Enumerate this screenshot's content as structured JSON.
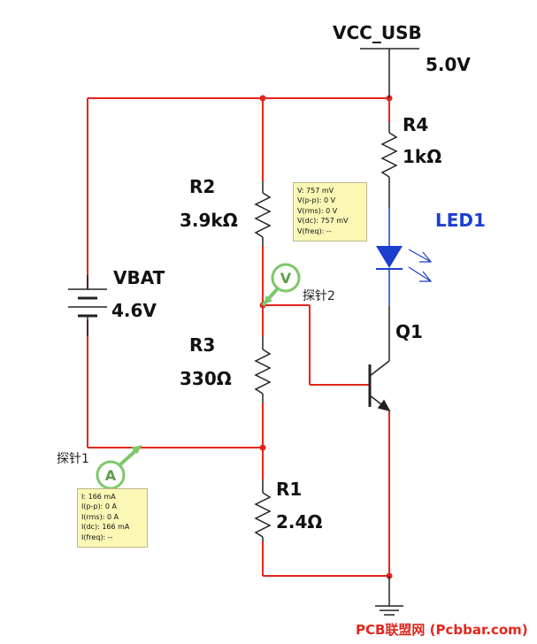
{
  "supply": {
    "name": "VCC_USB",
    "value": "5.0V"
  },
  "components": {
    "r4": {
      "name": "R4",
      "value": "1kΩ"
    },
    "led1": {
      "name": "LED1"
    },
    "r2": {
      "name": "R2",
      "value": "3.9kΩ"
    },
    "vbat": {
      "name": "VBAT",
      "value": "4.6V"
    },
    "r3": {
      "name": "R3",
      "value": "330Ω"
    },
    "q1": {
      "name": "Q1"
    },
    "r1": {
      "name": "R1",
      "value": "2.4Ω"
    }
  },
  "probes": {
    "probe2": {
      "name": "探针2",
      "symbol": "V",
      "readings": [
        "V: 757 mV",
        "V(p-p): 0 V",
        "V(rms): 0 V",
        "V(dc): 757 mV",
        "V(freq): --"
      ]
    },
    "probe1": {
      "name": "探针1",
      "symbol": "A",
      "readings": [
        "I: 166 mA",
        "I(p-p): 0 A",
        "I(rms): 0 A",
        "I(dc): 166 mA",
        "I(freq): --"
      ]
    }
  },
  "watermark": "PCB联盟网 (Pcbbar.com)",
  "colors": {
    "wire": "#e3261d",
    "led": "#1a3fcf",
    "probe": "#7ec86b",
    "component": "#222222",
    "tooltip_bg": "#fbf8b6"
  }
}
